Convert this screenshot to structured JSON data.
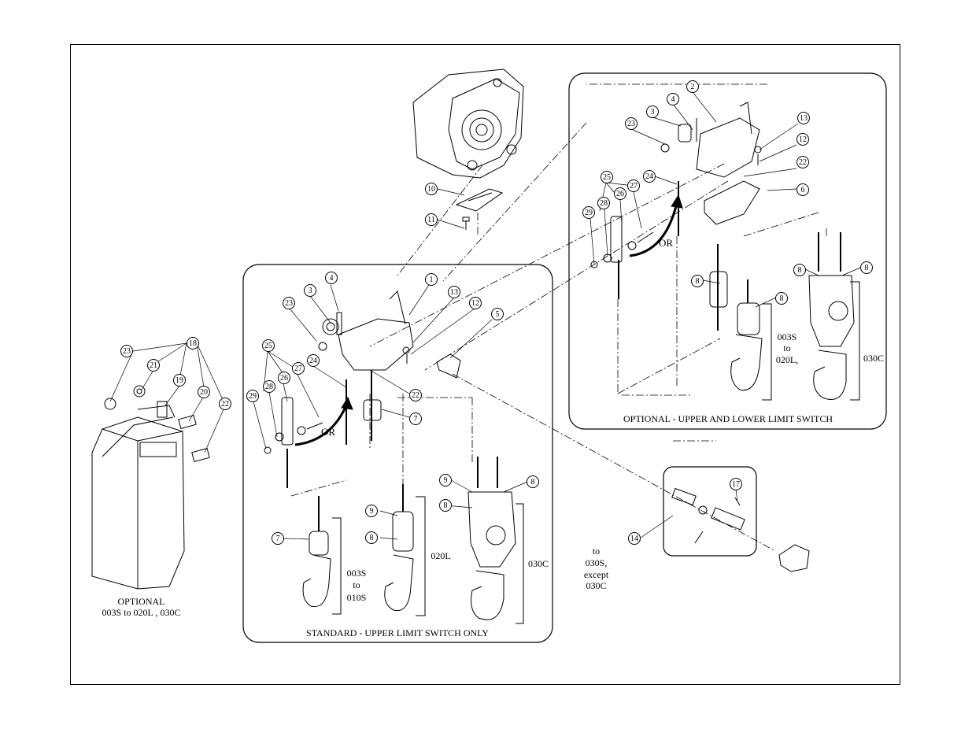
{
  "captions": {
    "optional_container_1": "OPTIONAL",
    "optional_container_2": "003S to 020L , 030C",
    "standard_box": "STANDARD - UPPER LIMIT SWITCH ONLY",
    "optional_box": "OPTIONAL - UPPER AND LOWER LIMIT SWITCH",
    "std_range_a_1": "003S",
    "std_range_a_2": "to",
    "std_range_a_3": "010S",
    "std_range_b": "020L",
    "std_range_c": "030C",
    "opt_range_a_1": "003S",
    "opt_range_a_2": "to",
    "opt_range_a_3": "020L,",
    "opt_range_c": "030C",
    "stopper_note_1": "to",
    "stopper_note_2": "030S,",
    "stopper_note_3": "except",
    "stopper_note_4": "030C",
    "or_std": "OR",
    "or_opt": "OR"
  },
  "callouts": [
    {
      "id": "c10",
      "label": "10"
    },
    {
      "id": "c11",
      "label": "11"
    },
    {
      "id": "c23a",
      "label": "23"
    },
    {
      "id": "c18",
      "label": "18"
    },
    {
      "id": "c21",
      "label": "21"
    },
    {
      "id": "c19",
      "label": "19"
    },
    {
      "id": "c20",
      "label": "20"
    },
    {
      "id": "c22a",
      "label": "22"
    },
    {
      "id": "c4s",
      "label": "4"
    },
    {
      "id": "c3s",
      "label": "3"
    },
    {
      "id": "c1s",
      "label": "1"
    },
    {
      "id": "c13s",
      "label": "13"
    },
    {
      "id": "c12s",
      "label": "12"
    },
    {
      "id": "c5s",
      "label": "5"
    },
    {
      "id": "c23s",
      "label": "23"
    },
    {
      "id": "c25s",
      "label": "25"
    },
    {
      "id": "c27s",
      "label": "27"
    },
    {
      "id": "c26s",
      "label": "26"
    },
    {
      "id": "c28s",
      "label": "28"
    },
    {
      "id": "c29s",
      "label": "29"
    },
    {
      "id": "c24s",
      "label": "24"
    },
    {
      "id": "c22s",
      "label": "22"
    },
    {
      "id": "c7s",
      "label": "7"
    },
    {
      "id": "c9s1",
      "label": "9"
    },
    {
      "id": "c8s1",
      "label": "8"
    },
    {
      "id": "c7s2",
      "label": "7"
    },
    {
      "id": "c9s2",
      "label": "9"
    },
    {
      "id": "c8s2",
      "label": "8"
    },
    {
      "id": "c8s3",
      "label": "8"
    },
    {
      "id": "c2o",
      "label": "2"
    },
    {
      "id": "c4o",
      "label": "4"
    },
    {
      "id": "c3o",
      "label": "3"
    },
    {
      "id": "c23o",
      "label": "23"
    },
    {
      "id": "c13o",
      "label": "13"
    },
    {
      "id": "c12o",
      "label": "12"
    },
    {
      "id": "c22o",
      "label": "22"
    },
    {
      "id": "c6o",
      "label": "6"
    },
    {
      "id": "c24o",
      "label": "24"
    },
    {
      "id": "c25o",
      "label": "25"
    },
    {
      "id": "c27o",
      "label": "27"
    },
    {
      "id": "c26o",
      "label": "26"
    },
    {
      "id": "c28o",
      "label": "28"
    },
    {
      "id": "c29o",
      "label": "29"
    },
    {
      "id": "c8o1",
      "label": "8"
    },
    {
      "id": "c8o2",
      "label": "8"
    },
    {
      "id": "c8o3",
      "label": "8"
    },
    {
      "id": "c8o4",
      "label": "8"
    },
    {
      "id": "c17",
      "label": "17"
    },
    {
      "id": "c14",
      "label": "14"
    }
  ]
}
